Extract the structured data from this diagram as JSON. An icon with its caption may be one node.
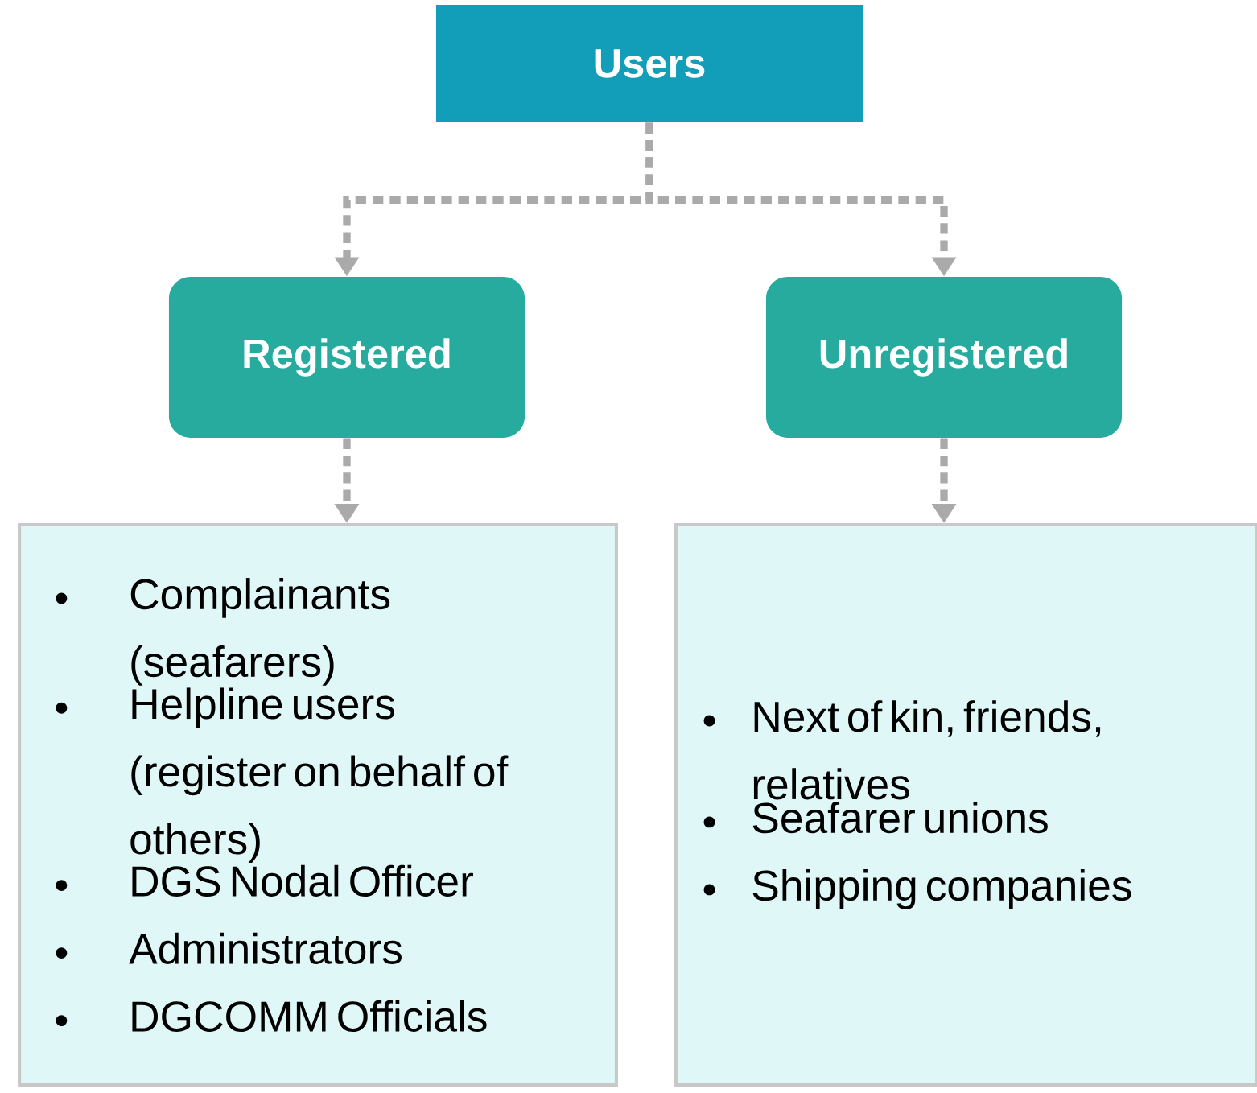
{
  "diagram": {
    "nodes": [
      {
        "text": [
          "Users"
        ]
      },
      {
        "text": [
          "Registered"
        ]
      },
      {
        "text": [
          "Unregistered"
        ]
      },
      {
        "text": [
          "Complainants (seafarers)",
          "Helpline users (register on behalf of others)",
          "DGS Nodal Officer",
          "Administrators",
          "DGCOMM Officials"
        ]
      },
      {
        "text": [
          "Next of kin, friends, relatives",
          "Seafarer unions",
          "Shipping companies"
        ]
      }
    ],
    "edges": [
      {
        "from": 0,
        "to": 1,
        "arrow": "to",
        "style": "dashed"
      },
      {
        "from": 0,
        "to": 2,
        "arrow": "to",
        "style": "dashed"
      },
      {
        "from": 1,
        "to": 3,
        "arrow": "to",
        "style": "dashed"
      },
      {
        "from": 2,
        "to": 4,
        "arrow": "to",
        "style": "dashed"
      }
    ]
  }
}
